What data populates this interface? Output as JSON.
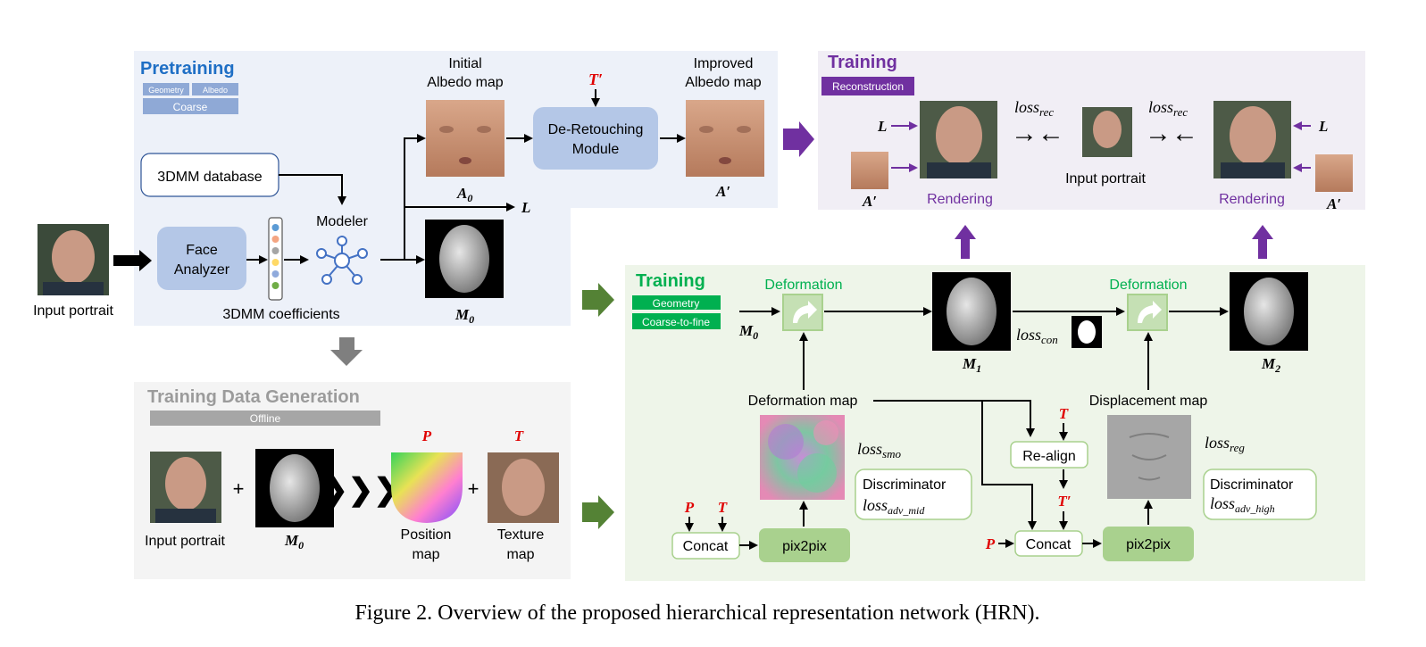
{
  "pretraining": {
    "title": "Pretraining",
    "tag_geometry": "Geometry",
    "tag_albedo": "Albedo",
    "tag_coarse": "Coarse",
    "initial_albedo_line1": "Initial",
    "initial_albedo_line2": "Albedo map",
    "improved_albedo_line1": "Improved",
    "improved_albedo_line2": "Albedo map",
    "de_retouching_line1": "De-Retouching",
    "de_retouching_line2": "Module",
    "tprime": "T′",
    "a0": "A",
    "a0_sub": "0",
    "aprime": "A′",
    "l": "L",
    "db": "3DMM database",
    "face_analyzer_line1": "Face",
    "face_analyzer_line2": "Analyzer",
    "modeler": "Modeler",
    "coeffs": "3DMM coefficients",
    "m0": "M",
    "m0_sub": "0"
  },
  "input_portrait": "Input portrait",
  "training_rec": {
    "title": "Training",
    "tag": "Reconstruction",
    "l_left": "L",
    "l_right": "L",
    "aprime_left": "A′",
    "aprime_right": "A′",
    "loss_left": "loss",
    "loss_left_sub": "rec",
    "loss_right": "loss",
    "loss_right_sub": "rec",
    "input_portrait": "Input portrait",
    "rendering_left": "Rendering",
    "rendering_right": "Rendering"
  },
  "training_geo": {
    "title": "Training",
    "tag_geometry": "Geometry",
    "tag_c2f": "Coarse-to-fine",
    "deformation_1": "Deformation",
    "deformation_2": "Deformation",
    "m0": "M",
    "m0_sub": "0",
    "m1": "M",
    "m1_sub": "1",
    "m2": "M",
    "m2_sub": "2",
    "loss_con": "loss",
    "loss_con_sub": "con",
    "deformation_map": "Deformation map",
    "displacement_map": "Displacement map",
    "loss_smo": "loss",
    "loss_smo_sub": "smo",
    "loss_reg": "loss",
    "loss_reg_sub": "reg",
    "discriminator_1": "Discriminator",
    "discriminator_2": "Discriminator",
    "loss_adv_mid": "loss",
    "loss_adv_mid_sub": "adv_mid",
    "loss_adv_high": "loss",
    "loss_adv_high_sub": "adv_high",
    "realign": "Re-align",
    "concat_1": "Concat",
    "concat_2": "Concat",
    "pix2pix_1": "pix2pix",
    "pix2pix_2": "pix2pix",
    "p_1": "P",
    "t_1": "T",
    "t_2": "T",
    "tprime_2": "T′",
    "p_2": "P"
  },
  "tdg": {
    "title": "Training Data Generation",
    "tag": "Offline",
    "input_portrait": "Input portrait",
    "plus_1": "+",
    "plus_2": "+",
    "m0": "M",
    "m0_sub": "0",
    "p": "P",
    "t": "T",
    "position_line1": "Position",
    "position_line2": "map",
    "texture_line1": "Texture",
    "texture_line2": "map"
  },
  "caption": "Figure 2. Overview of the proposed hierarchical representation network (HRN).",
  "colors": {
    "pretrain_bg": "#edf1f9",
    "pretrain_title": "#1f6fc5",
    "tag_blue": "#8fa9d6",
    "module_blue": "#b4c7e7",
    "rec_bg": "#f1eef5",
    "rec_purple": "#7030a0",
    "geo_bg": "#eef5e9",
    "geo_green": "#00b050",
    "pix_green": "#a9d18e",
    "tdg_bg": "#f4f4f4",
    "tdg_gray": "#9b9b9b",
    "red": "#e00000",
    "arrow_green": "#548235",
    "arrow_gray": "#7f7f7f"
  }
}
